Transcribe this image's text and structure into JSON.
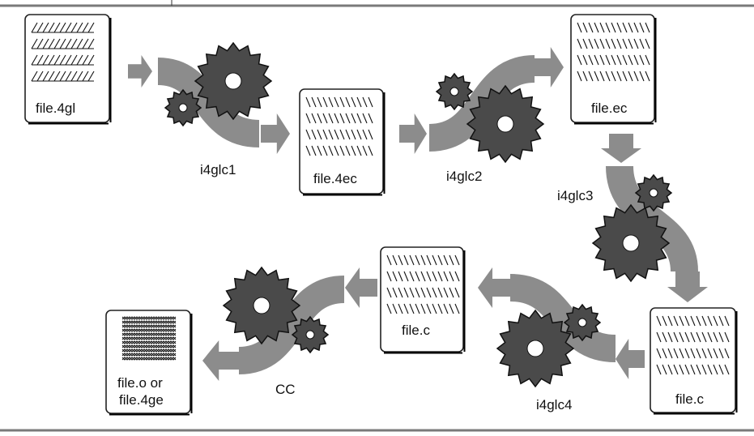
{
  "diagram": {
    "files": [
      {
        "id": "src",
        "label": "file.4gl"
      },
      {
        "id": "ec4",
        "label": "file.4ec"
      },
      {
        "id": "ec",
        "label": "file.ec"
      },
      {
        "id": "c1",
        "label": "file.c"
      },
      {
        "id": "c2",
        "label": "file.c"
      },
      {
        "id": "out",
        "label_line1": "file.o or",
        "label_line2": "file.4ge"
      }
    ],
    "steps": [
      {
        "id": "step1",
        "label": "i4glc1"
      },
      {
        "id": "step2",
        "label": "i4glc2"
      },
      {
        "id": "step3",
        "label": "i4glc3"
      },
      {
        "id": "step4",
        "label": "i4glc4"
      },
      {
        "id": "step5",
        "label": "CC"
      }
    ],
    "colors": {
      "gear": "#4a4a4a",
      "gear_hub": "#ffffff",
      "flow": "#8c8c8c",
      "doc_border": "#222222",
      "frame": "#7a7a7a"
    }
  }
}
